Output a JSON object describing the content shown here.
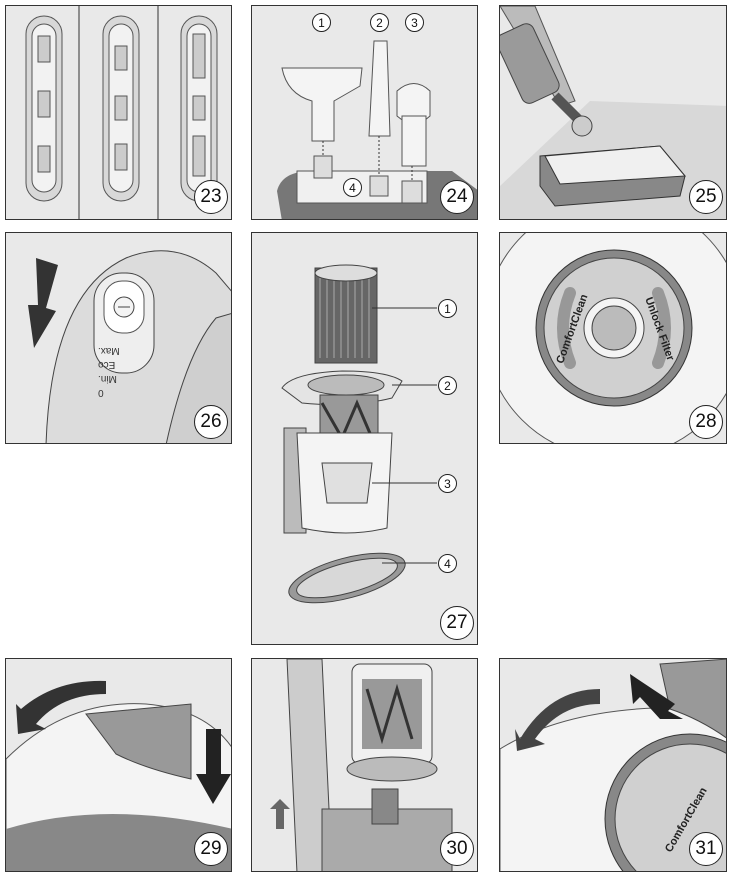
{
  "figures": {
    "f23": {
      "number": "23"
    },
    "f24": {
      "number": "24",
      "callouts": [
        "1",
        "2",
        "3",
        "4"
      ]
    },
    "f25": {
      "number": "25"
    },
    "f26": {
      "number": "26",
      "labels": [
        "Max.",
        "Eco",
        "Min.",
        "0"
      ]
    },
    "f27": {
      "number": "27",
      "callouts": [
        "1",
        "2",
        "3",
        "4"
      ]
    },
    "f28": {
      "number": "28",
      "labels": [
        "ComfortClean",
        "Unlock Filter"
      ]
    },
    "f29": {
      "number": "29"
    },
    "f30": {
      "number": "30"
    },
    "f31": {
      "number": "31",
      "labels": [
        "ComfortClean"
      ]
    }
  }
}
